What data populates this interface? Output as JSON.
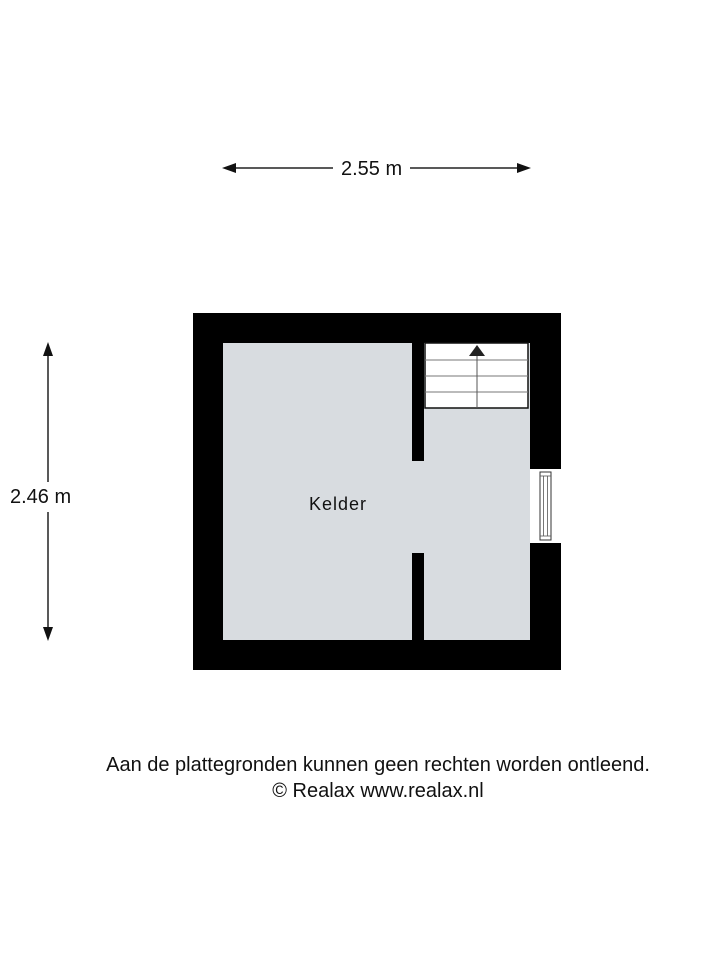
{
  "floorplan": {
    "dimensions": {
      "width_label": "2.55 m",
      "height_label": "2.46 m"
    },
    "rooms": [
      {
        "name": "Kelder"
      }
    ],
    "features": {
      "stairs": {
        "direction": "up",
        "steps": 4
      },
      "window": {
        "wall": "right"
      }
    },
    "colors": {
      "wall": "#000000",
      "floor": "#d8dce0",
      "stairs": "#ffffff",
      "background": "#ffffff"
    }
  },
  "footer": {
    "disclaimer": "Aan de plattegronden kunnen geen rechten worden ontleend.",
    "copyright": "© Realax www.realax.nl"
  }
}
